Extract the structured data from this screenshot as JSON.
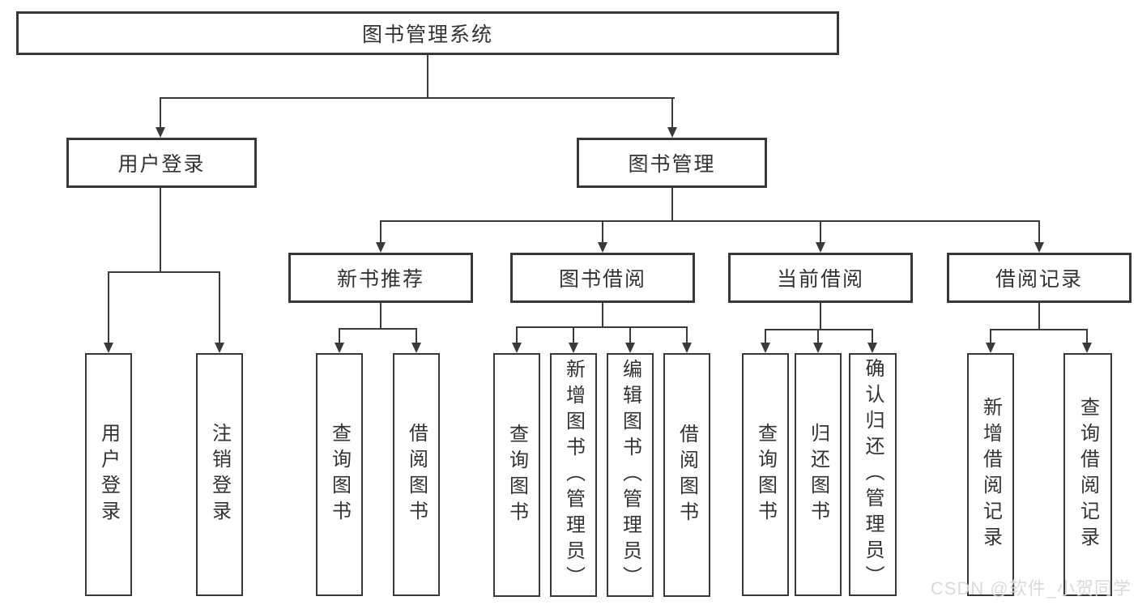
{
  "page": {
    "background": "#ffffff"
  },
  "colors": {
    "line": "#3a3a3a",
    "box_border": "#383838",
    "box_fill": "#ffffff",
    "text": "#333333",
    "watermark": "#d8d8d8"
  },
  "watermark": {
    "text": "CSDN @软件_小贺同学"
  },
  "tree": {
    "root": {
      "label": "图书管理系统"
    },
    "children": [
      {
        "label": "用户登录",
        "children": [
          {
            "label": "用户登录"
          },
          {
            "label": "注销登录"
          }
        ]
      },
      {
        "label": "图书管理",
        "children": [
          {
            "label": "新书推荐",
            "children": [
              {
                "label": "查询图书"
              },
              {
                "label": "借阅图书"
              }
            ]
          },
          {
            "label": "图书借阅",
            "children": [
              {
                "label": "查询图书"
              },
              {
                "label": "新增图书（管理员）"
              },
              {
                "label": "编辑图书（管理员）"
              },
              {
                "label": "借阅图书"
              }
            ]
          },
          {
            "label": "当前借阅",
            "children": [
              {
                "label": "查询图书"
              },
              {
                "label": "归还图书"
              },
              {
                "label": "确认归还（管理员）"
              }
            ]
          },
          {
            "label": "借阅记录",
            "children": [
              {
                "label": "新增借阅记录"
              },
              {
                "label": "查询借阅记录"
              }
            ]
          }
        ]
      }
    ]
  }
}
